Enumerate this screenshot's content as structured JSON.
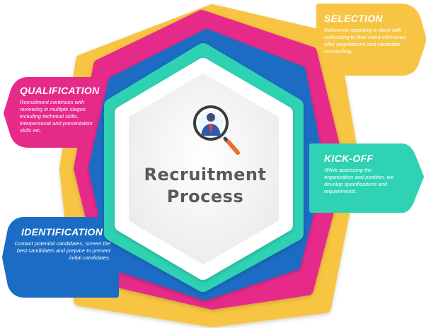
{
  "colors": {
    "yellow": "#f7c543",
    "magenta": "#e62a8a",
    "blue": "#1b6cc4",
    "teal": "#2fd2b3",
    "white": "#ffffff",
    "title": "#5a5a5a"
  },
  "center": {
    "line1": "Recruitment",
    "line2": "Process",
    "icon": "magnifier-person-icon"
  },
  "stages": {
    "selection": {
      "title": "SELECTION",
      "text": "Reference reporting is done with redirecting to final client interviews offer negotiations and candidate counselling."
    },
    "qualification": {
      "title": "QUALIFICATION",
      "text": "Recruitment continues with reviewing in multiple stages including technical skills, interpersonal and presentation skills etc."
    },
    "kickoff": {
      "title": "KICK-OFF",
      "text": "While assessing the organization and position, we develop specifications and requirements."
    },
    "identification": {
      "title": "IDENTIFICATION",
      "text": "Contact potential candidates, screen the best candidates and prepare to present initial candidates."
    }
  }
}
